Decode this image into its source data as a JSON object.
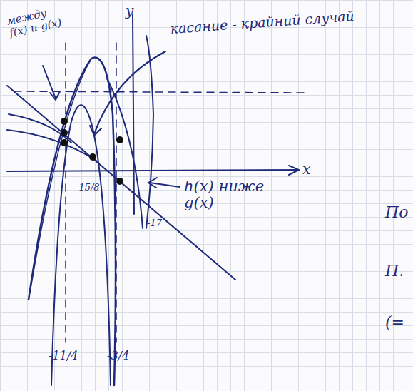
{
  "diagram": {
    "labels": [
      "между f(x) и g(x)",
      "касание - крайний случай",
      "h(x) ниже g(x)",
      "y",
      "x",
      "-15/8",
      "-17",
      "-11/4",
      "-3/4",
      "По",
      "П.",
      "(="
    ]
  }
}
